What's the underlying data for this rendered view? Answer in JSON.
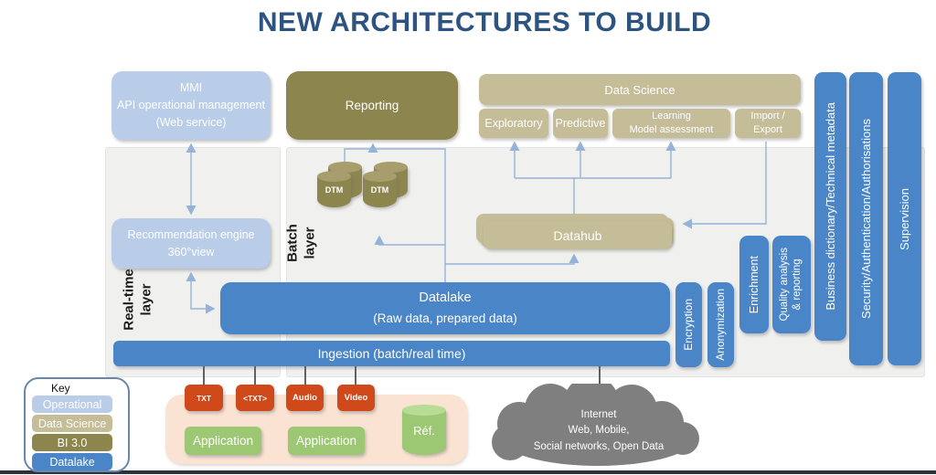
{
  "title": "NEW ARCHITECTURES TO BUILD",
  "colors": {
    "title_blue": "#2d5480",
    "operational": "#b9cde8",
    "data_science": "#c5bd98",
    "bi3": "#8d854e",
    "datalake": "#4a85c7",
    "source_red": "#d0491b",
    "app_green": "#9cc873",
    "peach": "#fae3d3",
    "cloud_gray": "#7f7f7f",
    "arrow_blue": "#95b3d7"
  },
  "legend": {
    "heading": "Key",
    "items": [
      {
        "label": "Operational",
        "color": "#b9cde8"
      },
      {
        "label": "Data Science",
        "color": "#c5bd98"
      },
      {
        "label": "BI 3.0",
        "color": "#8d854e"
      },
      {
        "label": "Datalake",
        "color": "#4a85c7"
      }
    ]
  },
  "layers": {
    "realtime": {
      "lines": [
        "Real-time",
        "layer"
      ]
    },
    "batch": {
      "lines": [
        "Batch",
        "layer"
      ]
    }
  },
  "operational": {
    "mmi": {
      "lines": [
        "MMI",
        "API operational management",
        "(Web service)"
      ]
    },
    "recommendation": {
      "lines": [
        "Recommendation engine",
        "360°view"
      ]
    }
  },
  "bi": {
    "reporting": "Reporting",
    "dtm": "DTM"
  },
  "data_science": {
    "header": "Data Science",
    "exploratory": "Exploratory",
    "predictive": "Predictive",
    "learning": {
      "lines": [
        "Learning",
        "Model assessment"
      ]
    },
    "import_export": {
      "lines": [
        "Import /",
        "Export"
      ]
    },
    "datahub": "Datahub"
  },
  "datalake": {
    "lines": [
      "Datalake",
      "(Raw data, prepared data)"
    ]
  },
  "ingestion": "Ingestion (batch/real time)",
  "services": {
    "encryption": "Encryption",
    "anonymization": "Anonymization",
    "enrichment": "Enrichment",
    "quality": {
      "lines": [
        "Quality analysis",
        "& reporting"
      ]
    },
    "business_dictionary": "Business dictionary/Technical metadata",
    "security": "Security/Authentication/Authorisations",
    "supervision": "Supervision"
  },
  "sources": {
    "txt": "TXT",
    "txt_tagged": "<TXT>",
    "audio": "Audio",
    "video": "Video",
    "application1": "Application",
    "application2": "Application",
    "ref": "Réf."
  },
  "cloud": {
    "lines": [
      "Internet",
      "Web, Mobile,",
      "Social networks, Open Data"
    ]
  }
}
